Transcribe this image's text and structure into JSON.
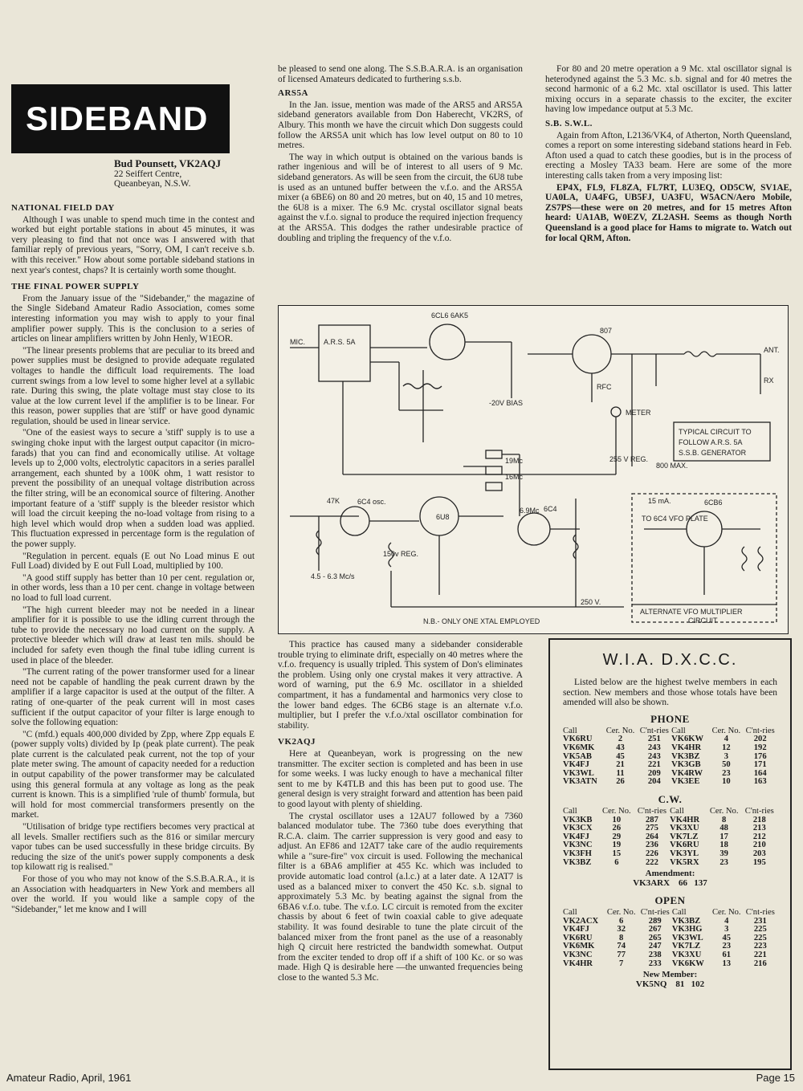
{
  "banner": "SIDEBAND",
  "byline": {
    "author": "Bud Pounsett, VK2AQJ",
    "address1": "22 Seiffert Centre,",
    "address2": "Queanbeyan, N.S.W."
  },
  "col1": {
    "h_nfd": "NATIONAL FIELD DAY",
    "p1": "Although I was unable to spend much time in the contest and worked but eight portable stations in about 45 minutes, it was very pleasing to find that not once was I answered with that familiar reply of previous years, \"Sorry, OM, I can't receive s.b. with this receiver.\" How about some portable sideband stations in next year's contest, chaps? It is certainly worth some thought.",
    "h_fps": "THE FINAL POWER SUPPLY",
    "p2": "From the January issue of the \"Sidebander,\" the magazine of the Single Sideband Amateur Radio Association, comes some interesting information you may wish to apply to your final amplifier power supply. This is the conclusion to a series of articles on linear amplifiers written by John Henly, W1EOR.",
    "p3": "\"The linear presents problems that are peculiar to its breed and power supplies must be designed to provide adequate regulated voltages to handle the difficult load requirements. The load current swings from a low level to some higher level at a syllabic rate. During this swing, the plate voltage must stay close to its value at the low current level if the amplifier is to be linear. For this reason, power supplies that are 'stiff' or have good dynamic regulation, should be used in linear service.",
    "p4": "\"One of the easiest ways to secure a 'stiff' supply is to use a swinging choke input with the largest output capacitor (in micro-farads) that you can find and economically utilise. At voltage levels up to 2,000 volts, electrolytic capacitors in a series parallel arrangement, each shunted by a 100K ohm, 1 watt resistor to prevent the possibility of an unequal voltage distribution across the filter string, will be an economical source of filtering. Another important feature of a 'stiff' supply is the bleeder resistor which will load the circuit keeping the no-load voltage from rising to a high level which would drop when a sudden load was applied. This fluctuation expressed in percentage form is the regulation of the power supply.",
    "p5": "\"Regulation in percent. equals (E out No Load minus E out Full Load) divided by E out Full Load, multiplied by 100.",
    "p6": "\"A good stiff supply has better than 10 per cent. regulation or, in other words, less than a 10 per cent. change in voltage between no load to full load current.",
    "p7": "\"The high current bleeder may not be needed in a linear amplifier for it is possible to use the idling current through the tube to provide the necessary no load current on the supply. A protective bleeder which will draw at least ten mils. should be included for safety even though the final tube idling current is used in place of the bleeder.",
    "p8": "\"The current rating of the power transformer used for a linear need not be capable of handling the peak current drawn by the amplifier if a large capacitor is used at the output of the filter. A rating of one-quarter of the peak current will in most cases sufficient if the output capacitor of your filter is large enough to solve the following equation:",
    "p9": "\"C (mfd.) equals 400,000 divided by Zpp, where Zpp equals E (power supply volts) divided by Ip (peak plate current). The peak plate current is the calculated peak current, not the top of your plate meter swing. The amount of capacity needed for a reduction in output capability of the power transformer may be calculated using this general formula at any voltage as long as the peak current is known. This is a simplified 'rule of thumb' formula, but will hold for most commercial transformers presently on the market.",
    "p10": "\"Utilisation of bridge type rectifiers becomes very practical at all levels. Smaller rectifiers such as the 816 or similar mercury vapor tubes can be used successfully in these bridge circuits. By reducing the size of the unit's power supply components a desk top kilowatt rig is realised.\"",
    "p11": "For those of you who may not know of the S.S.B.A.R.A., it is an Association with headquarters in New York and members all over the world. If you would like a sample copy of the \"Sidebander,\" let me know and I will"
  },
  "col2top": {
    "p1": "be pleased to send one along. The S.S.B.A.R.A. is an organisation of licensed Amateurs dedicated to furthering s.s.b.",
    "h_ars": "ARS5A",
    "p2": "In the Jan. issue, mention was made of the ARS5 and ARS5A sideband generators available from Don Haberecht, VK2RS, of Albury. This month we have the circuit which Don suggests could follow the ARS5A unit which has low level output on 80 to 10 metres.",
    "p3": "The way in which output is obtained on the various bands is rather ingenious and will be of interest to all users of 9 Mc. sideband generators. As will be seen from the circuit, the 6U8 tube is used as an untuned buffer between the v.f.o. and the ARS5A mixer (a 6BE6) on 80 and 20 metres, but on 40, 15 and 10 metres, the 6U8 is a mixer. The 6.9 Mc. crystal oscillator signal beats against the v.f.o. signal to produce the required injection frequency at the ARS5A. This dodges the rather undesirable practice of doubling and tripling the frequency of the v.f.o."
  },
  "col3top": {
    "p1": "For 80 and 20 metre operation a 9 Mc. xtal oscillator signal is heterodyned against the 5.3 Mc. s.b. signal and for 40 metres the second harmonic of a 6.2 Mc. xtal oscillator is used. This latter mixing occurs in a separate chassis to the exciter, the exciter having low impedance output at 5.3 Mc.",
    "h_swl": "S.B. S.W.L.",
    "p2": "Again from Afton, L2136/VK4, of Atherton, North Queensland, comes a report on some interesting sideband stations heard in Feb. Afton used a quad to catch these goodies, but is in the process of erecting a Mosley TA33 beam. Here are some of the more interesting calls taken from a very imposing list:",
    "p3": "EP4X, FL9, FL8ZA, FL7RT, LU3EQ, OD5CW, SV1AE, UA0LA, UA4FG, UB5FJ, UA3FU, W5ACN/Aero Mobile, ZS7PS—these were on 20 metres, and for 15 metres Afton heard: UA1AB, W0EZV, ZL2ASH. Seems as though North Queensland is a good place for Hams to migrate to. Watch out for local QRM, Afton."
  },
  "schematic": {
    "mic": "MIC.",
    "ars": "A.R.S. 5A",
    "tube1": "6CL6 6AK5",
    "tube807": "807",
    "bias": "-20V BIAS",
    "meter": "METER",
    "rfc": "RFC",
    "hv": "255 V REG.",
    "ma": "800 MAX.",
    "ant": "ANT.",
    "rx": "RX",
    "typical1": "TYPICAL CIRCUIT TO",
    "typical2": "FOLLOW A.R.S. 5A",
    "typical3": "S.S.B. GENERATOR",
    "tube6c4": "6C4 osc.",
    "tube6u8": "6U8",
    "tube6c4b": "6C4",
    "tube6cb6": "6CB6",
    "vfo_range": "4.5 - 6.3 Mc/s",
    "res47k": "47K",
    "x19": "19Mc",
    "x16": "16Mc",
    "x69": "6.9Mc",
    "v150": "150v REG.",
    "v250": "250 V.",
    "note": "N.B.- ONLY ONE XTAL EMPLOYED",
    "alt1": "ALTERNATE VFO MULTIPLIER",
    "alt2": "CIRCUIT",
    "tovfo": "TO 6C4 VFO PLATE",
    "amp": "15 mA."
  },
  "col2bot": {
    "p1": "This practice has caused many a sidebander considerable trouble trying to eliminate drift, especially on 40 metres where the v.f.o. frequency is usually tripled. This system of Don's eliminates the problem. Using only one crystal makes it very attractive. A word of warning, put the 6.9 Mc. oscillator in a shielded compartment, it has a fundamental and harmonics very close to the lower band edges. The 6CB6 stage is an alternate v.f.o. multiplier, but I prefer the v.f.o./xtal oscillator combination for stability.",
    "h_vk": "VK2AQJ",
    "p2": "Here at Queanbeyan, work is progressing on the new transmitter. The exciter section is completed and has been in use for some weeks. I was lucky enough to have a mechanical filter sent to me by K4TLB and this has been put to good use. The general design is very straight forward and attention has been paid to good layout with plenty of shielding.",
    "p3": "The crystal oscillator uses a 12AU7 followed by a 7360 balanced modulator tube. The 7360 tube does everything that R.C.A. claim. The carrier suppression is very good and easy to adjust. An EF86 and 12AT7 take care of the audio requirements while a \"sure-fire\" vox circuit is used. Following the mechanical filter is a 6BA6 amplifier at 455 Kc. which was included to provide automatic load control (a.l.c.) at a later date. A 12AT7 is used as a balanced mixer to convert the 450 Kc. s.b. signal to approximately 5.3 Mc. by beating against the signal from the 6BA6 v.f.o. tube. The v.f.o. LC circuit is remoted from the exciter chassis by about 6 feet of twin coaxial cable to give adequate stability. It was found desirable to tune the plate circuit of the balanced mixer from the front panel as the use of a reasonably high Q circuit here restricted the bandwidth somewhat. Output from the exciter tended to drop off if a shift of 100 Kc. or so was made. High Q is desirable here —the unwanted frequencies being close to the wanted 5.3 Mc."
  },
  "dxcc": {
    "title": "W.I.A.  D.X.C.C.",
    "intro": "Listed below are the highest twelve members in each section. New members and those whose totals have been amended will also be shown.",
    "headers": [
      "Call",
      "Cer. No.",
      "C'nt-ries",
      "Call",
      "Cer. No.",
      "C'nt-ries"
    ],
    "phone_title": "PHONE",
    "phone": [
      [
        "VK6RU",
        "2",
        "251",
        "VK6KW",
        "4",
        "202"
      ],
      [
        "VK6MK",
        "43",
        "243",
        "VK4HR",
        "12",
        "192"
      ],
      [
        "VK5AB",
        "45",
        "243",
        "VK3BZ",
        "3",
        "176"
      ],
      [
        "VK4FJ",
        "21",
        "221",
        "VK3GB",
        "50",
        "171"
      ],
      [
        "VK3WL",
        "11",
        "209",
        "VK4RW",
        "23",
        "164"
      ],
      [
        "VK3ATN",
        "26",
        "204",
        "VK3EE",
        "10",
        "163"
      ]
    ],
    "cw_title": "C.W.",
    "cw": [
      [
        "VK3KB",
        "10",
        "287",
        "VK4HR",
        "8",
        "218"
      ],
      [
        "VK3CX",
        "26",
        "275",
        "VK3XU",
        "48",
        "213"
      ],
      [
        "VK4FJ",
        "29",
        "264",
        "VK7LZ",
        "17",
        "212"
      ],
      [
        "VK3NC",
        "19",
        "236",
        "VK6RU",
        "18",
        "210"
      ],
      [
        "VK3FH",
        "15",
        "226",
        "VK3YL",
        "39",
        "203"
      ],
      [
        "VK3BZ",
        "6",
        "222",
        "VK5RX",
        "23",
        "195"
      ]
    ],
    "amend_title": "Amendment:",
    "amend_call": "VK3ARX",
    "amend_no": "66",
    "amend_cnt": "137",
    "open_title": "OPEN",
    "open": [
      [
        "VK2ACX",
        "6",
        "289",
        "VK3BZ",
        "4",
        "231"
      ],
      [
        "VK4FJ",
        "32",
        "267",
        "VK3HG",
        "3",
        "225"
      ],
      [
        "VK6RU",
        "8",
        "265",
        "VK3WL",
        "45",
        "225"
      ],
      [
        "VK6MK",
        "74",
        "247",
        "VK7LZ",
        "23",
        "223"
      ],
      [
        "VK3NC",
        "77",
        "238",
        "VK3XU",
        "61",
        "221"
      ],
      [
        "VK4HR",
        "7",
        "233",
        "VK6KW",
        "13",
        "216"
      ]
    ],
    "newmember_title": "New Member:",
    "nm_call": "VK5NQ",
    "nm_no": "81",
    "nm_cnt": "102"
  },
  "footer": {
    "left": "Amateur Radio, April, 1961",
    "right": "Page 15"
  }
}
